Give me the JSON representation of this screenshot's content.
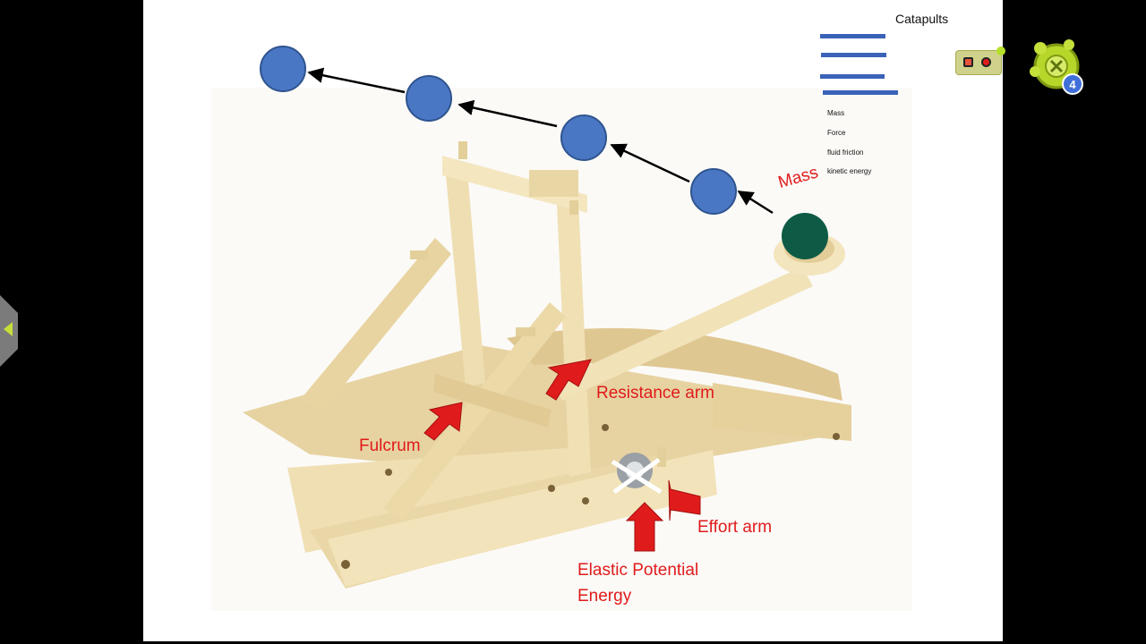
{
  "slide": {
    "title": "Catapults",
    "word_bank": [
      "Mass",
      "Force",
      "fluid friction",
      "kinetic energy"
    ],
    "labels": {
      "mass": "Mass",
      "resistance_arm": "Resistance arm",
      "fulcrum": "Fulcrum",
      "effort_arm": "Effort arm",
      "elastic_line1": "Elastic Potential",
      "elastic_line2": "Energy"
    }
  },
  "colors": {
    "label_red": "#e01b1b",
    "trajectory_blue": "#4a77c4",
    "word_bar_blue": "#3a62b8",
    "ball_green": "#0e5a45",
    "wood": "#ecdcb0"
  },
  "icons": {
    "stop_record": "stop-icon",
    "record": "record-icon",
    "app_logo": "gear-cog-logo-icon",
    "side_tab": "chevron-left-icon"
  }
}
